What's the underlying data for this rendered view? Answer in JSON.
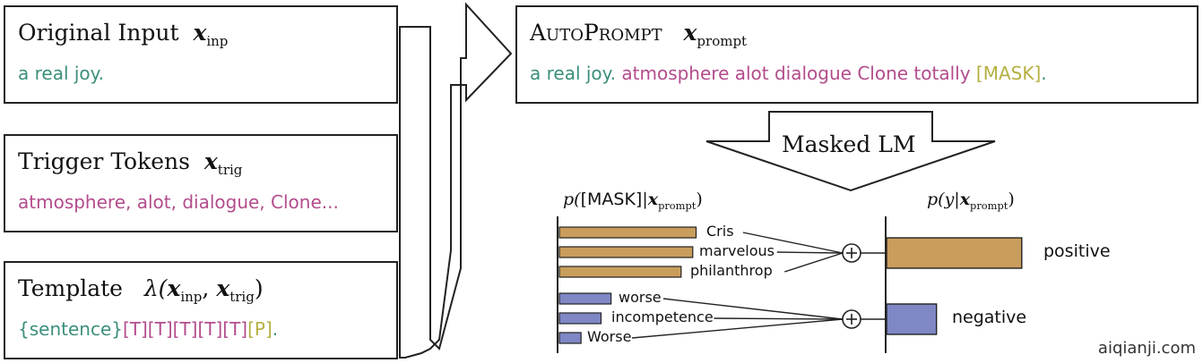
{
  "original_input": {
    "title": "Original Input",
    "var": "x",
    "sub": "inp",
    "text": "a real joy."
  },
  "trigger_tokens": {
    "title": "Trigger Tokens",
    "var": "x",
    "sub": "trig",
    "text": "atmosphere, alot, dialogue, Clone..."
  },
  "template": {
    "title": "Template",
    "lambda": "λ(",
    "var1": "x",
    "sub1": "inp",
    "comma": ", ",
    "var2": "x",
    "sub2": "trig",
    "close": ")",
    "sentence": "{sentence}",
    "triggers": "[T][T][T][T][T]",
    "predict": "[P]",
    "end": "."
  },
  "autoprompt": {
    "title": "AutoPrompt",
    "var": "x",
    "sub": "prompt",
    "input": "a real joy.",
    "triggers": "atmosphere alot dialogue Clone totally",
    "mask": "[MASK]",
    "end": "."
  },
  "arrow_label": "Masked LM",
  "left_axis_label": {
    "p": "p(",
    "mask": "[MASK]",
    "bar": "|",
    "var": "x",
    "sub": "prompt",
    "close": ")"
  },
  "right_axis_label": {
    "p": "p(y|",
    "var": "x",
    "sub": "prompt",
    "close": ")"
  },
  "chart_data": {
    "type": "bar",
    "groups": [
      {
        "class": "positive",
        "color": "#c99d5c",
        "words": [
          "Cris",
          "marvelous",
          "philanthrop"
        ],
        "values": [
          0.82,
          0.8,
          0.73
        ],
        "class_prob": 0.65
      },
      {
        "class": "negative",
        "color": "#7f87c4",
        "words": [
          "worse",
          "incompetence",
          "Worse"
        ],
        "values": [
          0.31,
          0.25,
          0.13
        ],
        "class_prob": 0.24
      }
    ]
  },
  "watermark": "aiqianji.com"
}
